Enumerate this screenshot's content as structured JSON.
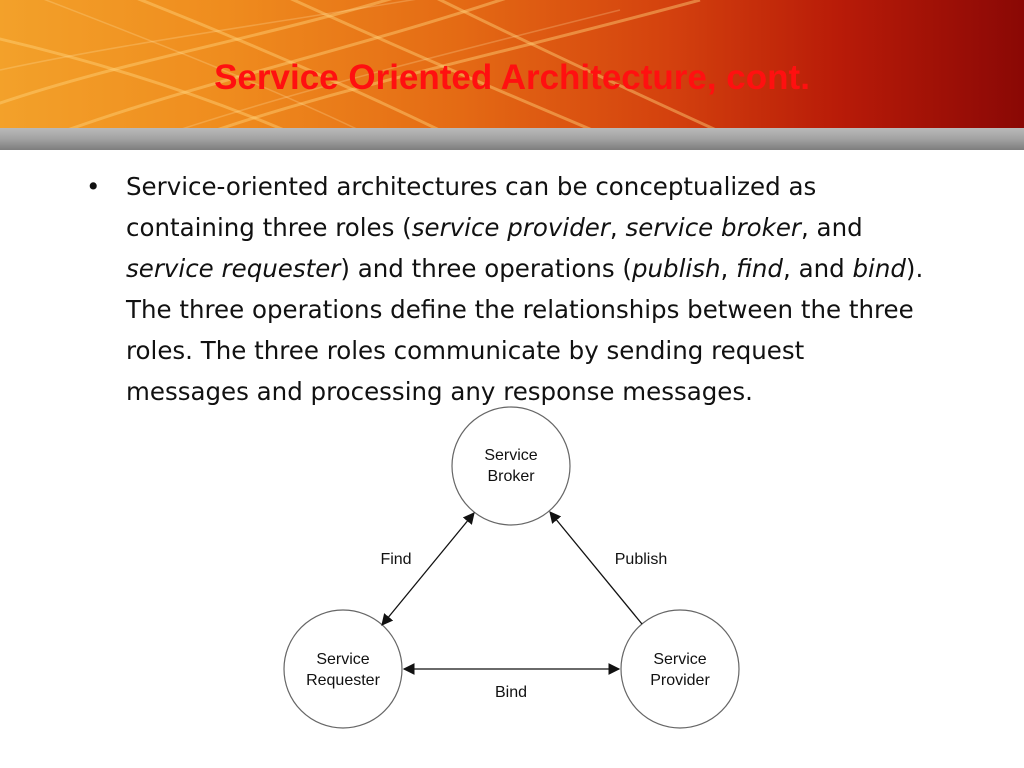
{
  "slide": {
    "title": "Service Oriented Architecture, cont.",
    "colors": {
      "title": "#ff1010",
      "banner_left": "#f3a12a",
      "banner_right": "#8a0805",
      "rule": "#a2a2a2"
    }
  },
  "bullet": {
    "marker": "•",
    "segments": [
      {
        "text": "Service-oriented architectures can be conceptualized as containing three roles (",
        "italic": false
      },
      {
        "text": "service provider",
        "italic": true
      },
      {
        "text": ", ",
        "italic": false
      },
      {
        "text": "service broker",
        "italic": true
      },
      {
        "text": ", and ",
        "italic": false
      },
      {
        "text": "service requester",
        "italic": true
      },
      {
        "text": ") and three operations (",
        "italic": false
      },
      {
        "text": "publish",
        "italic": true
      },
      {
        "text": ", ",
        "italic": false
      },
      {
        "text": "find",
        "italic": true
      },
      {
        "text": ", and ",
        "italic": false
      },
      {
        "text": "bind",
        "italic": true
      },
      {
        "text": "). The three operations define the relationships between the three roles. The three roles communicate by sending request messages and processing any response messages.",
        "italic": false
      }
    ]
  },
  "diagram": {
    "nodes": {
      "broker": {
        "line1": "Service",
        "line2": "Broker"
      },
      "requester": {
        "line1": "Service",
        "line2": "Requester"
      },
      "provider": {
        "line1": "Service",
        "line2": "Provider"
      }
    },
    "edges": {
      "find": "Find",
      "publish": "Publish",
      "bind": "Bind"
    }
  }
}
